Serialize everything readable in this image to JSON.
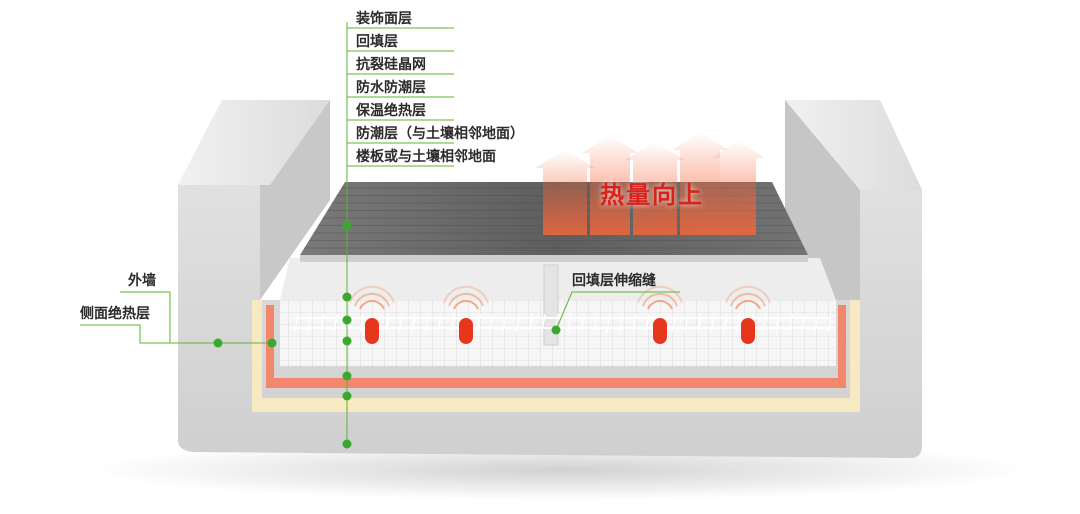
{
  "layers": [
    "装饰面层",
    "回填层",
    "抗裂硅晶网",
    "防水防潮层",
    "保温绝热层",
    "防潮层（与土壤相邻地面）",
    "楼板或与土壤相邻地面"
  ],
  "side_labels": {
    "outer_wall": "外墙",
    "side_insulation": "侧面绝热层"
  },
  "joint_label": "回填层伸缩缝",
  "heat_label": "热量向上",
  "colors": {
    "leader_green": "#5cb531",
    "dot_green": "#3aa82e",
    "heat_red": "#d8231d",
    "pipe_red": "#e8361c",
    "wall_gray": "#d9d9d9",
    "insulation_cream": "#f7e9c2",
    "moisture_pink": "#f2876b",
    "wood_dark": "#6b6b6b"
  }
}
